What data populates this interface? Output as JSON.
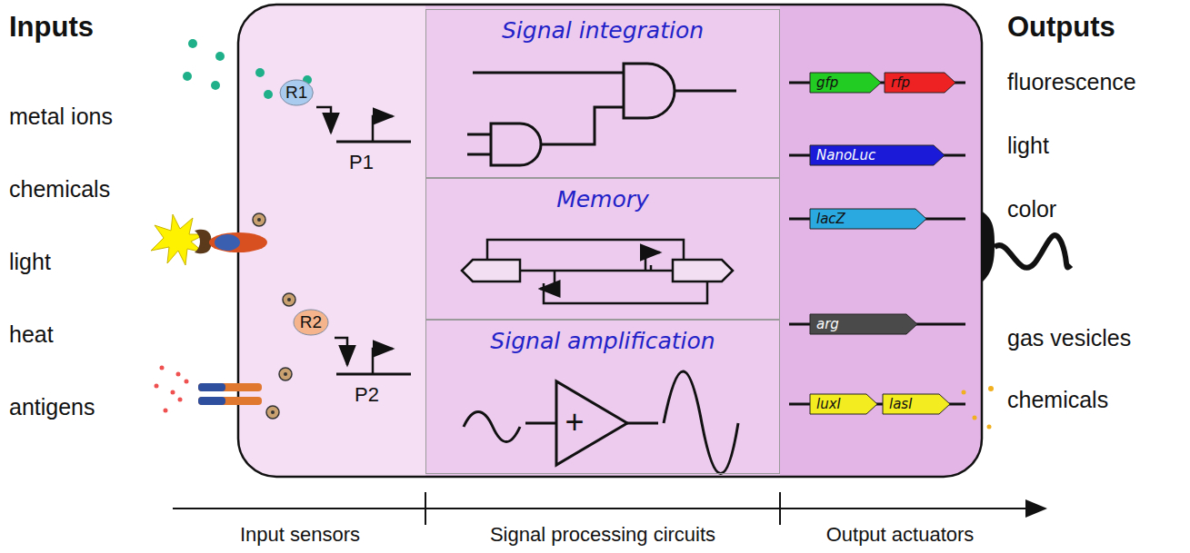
{
  "diagram": {
    "nodes": [
      {
        "text": [
          "R1"
        ]
      },
      {
        "text": [
          "R2"
        ]
      },
      {
        "text": [
          "Signal integration"
        ]
      },
      {
        "text": [
          "Memory"
        ]
      },
      {
        "text": [
          "Signal amplification"
        ]
      },
      {
        "text": [
          "gfp"
        ]
      },
      {
        "text": [
          "rfp"
        ]
      },
      {
        "text": [
          "NanoLuc"
        ]
      },
      {
        "text": [
          "lacZ"
        ]
      },
      {
        "text": [
          "arg"
        ]
      },
      {
        "text": [
          "luxI"
        ]
      },
      {
        "text": [
          "lasI"
        ]
      }
    ],
    "labels": [
      "Inputs",
      "metal ions",
      "chemicals",
      "light",
      "heat",
      "antigens",
      "P1",
      "P2",
      "+",
      "Outputs",
      "fluorescence",
      "light",
      "color",
      "gas vesicles",
      "chemicals",
      "Input sensors",
      "Signal processing circuits",
      "Output actuators"
    ]
  }
}
